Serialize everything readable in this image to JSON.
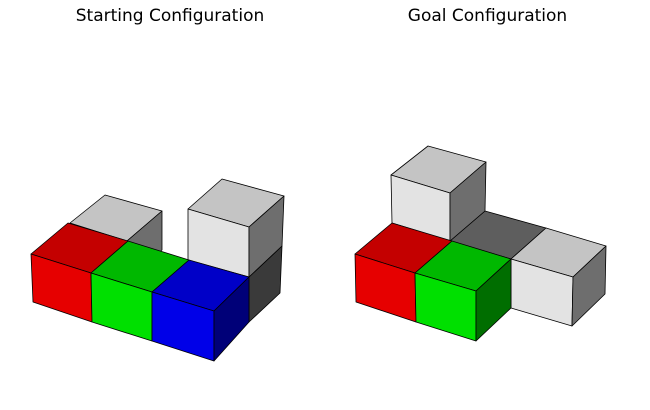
{
  "panels": [
    {
      "id": "start",
      "title": "Starting Configuration",
      "cubes": [
        {
          "name": "cube-white-back",
          "color": "white"
        },
        {
          "name": "cube-white-tall",
          "color": "white"
        },
        {
          "name": "cube-red",
          "color": "red"
        },
        {
          "name": "cube-green",
          "color": "green"
        },
        {
          "name": "cube-blue",
          "color": "blue"
        }
      ]
    },
    {
      "id": "goal",
      "title": "Goal Configuration",
      "cubes": [
        {
          "name": "cube-white-top",
          "color": "white"
        },
        {
          "name": "cube-white-right",
          "color": "white"
        },
        {
          "name": "cube-red",
          "color": "red"
        },
        {
          "name": "cube-green",
          "color": "green"
        }
      ]
    }
  ],
  "colors": {
    "red": {
      "top": "#c40000",
      "left": "#e60000",
      "right": "#8a0000"
    },
    "green": {
      "top": "#00b800",
      "left": "#00e000",
      "right": "#006e00"
    },
    "blue": {
      "top": "#0000c8",
      "left": "#0000e8",
      "right": "#000078"
    },
    "white": {
      "top": "#c4c4c4",
      "left": "#e3e3e3",
      "right": "#6e6e6e"
    },
    "shadow": "#5e5e5e",
    "dark_side": "#3a3a3a"
  }
}
